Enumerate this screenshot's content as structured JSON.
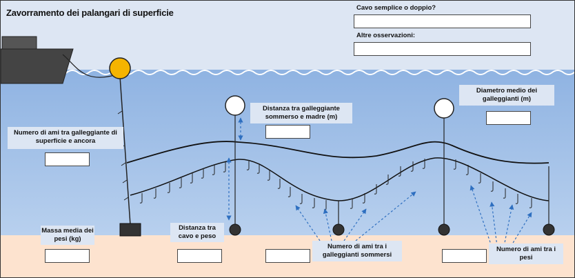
{
  "title": "Zavorramento dei palangari di superficie",
  "colors": {
    "sky": "#dde6f3",
    "water": "#a8c4e8",
    "seabed": "#fde3cf",
    "buoy_yellow": "#f5b400",
    "float_white": "#ffffff",
    "arrow": "#2e6fc0"
  },
  "top_fields": {
    "cable_label": "Cavo semplice o doppio?",
    "cable_value": "",
    "notes_label": "Altre osservazioni:",
    "notes_value": ""
  },
  "labels": {
    "hooks_float_anchor": "Numero di ami tra galleggiante di superficie e ancora",
    "float_distance": "Distanza tra galleggiante sommerso e madre  (m)",
    "float_diameter": "Diametro medio dei galleggianti (m)",
    "weight_mass": "Massa media dei pesi (kg)",
    "cable_weight_distance": "Distanza tra cavo e peso",
    "hooks_between_floats": "Numero di ami tra i galleggianti sommersi",
    "hooks_between_weights": "Numero di ami tra i pesi"
  },
  "inputs": {
    "hooks_float_anchor": "",
    "float_distance": "",
    "float_diameter": "",
    "weight_mass": "",
    "cable_weight_distance": "",
    "hooks_between_floats": "",
    "hooks_between_weights": ""
  }
}
